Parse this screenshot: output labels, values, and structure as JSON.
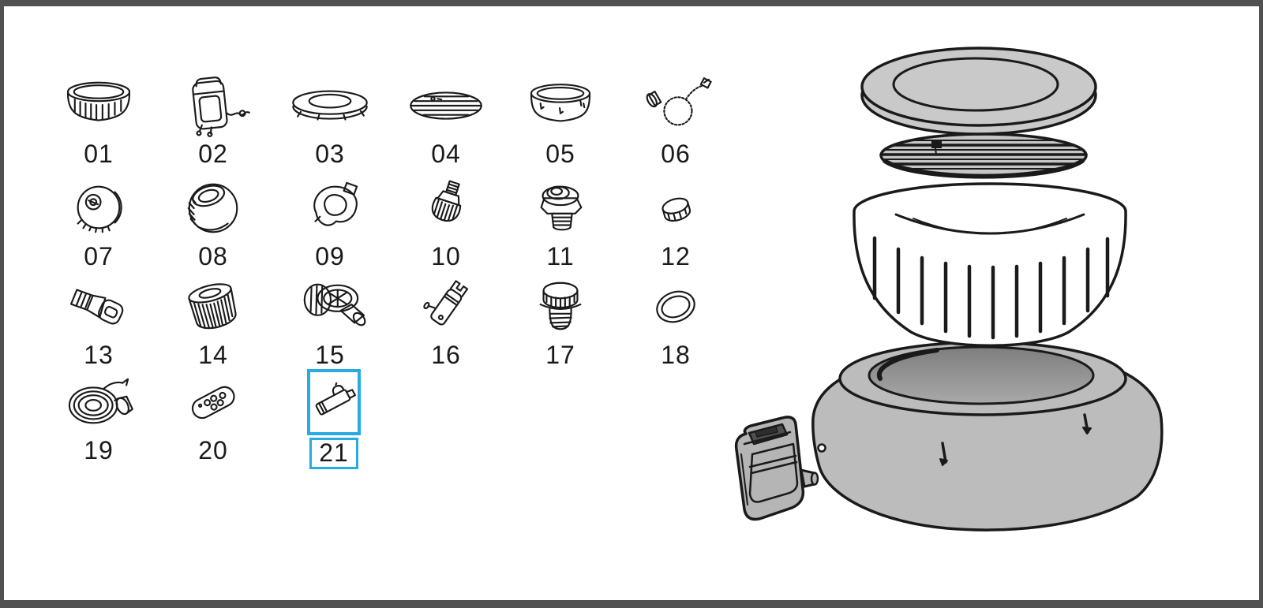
{
  "page": {
    "frame_color": "#515151",
    "canvas_color": "#ffffff",
    "line_color": "#1a1a1a",
    "highlight_color": "#29abe2"
  },
  "parts": [
    {
      "number": "01",
      "icon": "inflated-ring-icon",
      "highlighted": false
    },
    {
      "number": "02",
      "icon": "pump-unit-icon",
      "highlighted": false
    },
    {
      "number": "03",
      "icon": "cover-lid-icon",
      "highlighted": false
    },
    {
      "number": "04",
      "icon": "cover-bladder-icon",
      "highlighted": false
    },
    {
      "number": "05",
      "icon": "tub-wall-icon",
      "highlighted": false
    },
    {
      "number": "06",
      "icon": "coiled-hose-icon",
      "highlighted": false
    },
    {
      "number": "07",
      "icon": "valve-cap-icon",
      "highlighted": false
    },
    {
      "number": "08",
      "icon": "large-cap-icon",
      "highlighted": false
    },
    {
      "number": "09",
      "icon": "clamp-icon",
      "highlighted": false
    },
    {
      "number": "10",
      "icon": "air-valve-icon",
      "highlighted": false
    },
    {
      "number": "11",
      "icon": "jet-fitting-icon",
      "highlighted": false
    },
    {
      "number": "12",
      "icon": "ring-nut-icon",
      "highlighted": false
    },
    {
      "number": "13",
      "icon": "buckle-clip-icon",
      "highlighted": false
    },
    {
      "number": "14",
      "icon": "filter-cartridge-icon",
      "highlighted": false
    },
    {
      "number": "15",
      "icon": "strainer-valve-icon",
      "highlighted": false
    },
    {
      "number": "16",
      "icon": "wrench-tool-icon",
      "highlighted": false
    },
    {
      "number": "17",
      "icon": "threaded-adapter-icon",
      "highlighted": false
    },
    {
      "number": "18",
      "icon": "o-ring-icon",
      "highlighted": false
    },
    {
      "number": "19",
      "icon": "hose-coil-icon",
      "highlighted": false
    },
    {
      "number": "20",
      "icon": "remote-control-icon",
      "highlighted": false
    },
    {
      "number": "21",
      "icon": "inline-connector-icon",
      "highlighted": true
    }
  ],
  "diagram": {
    "layers": [
      "cover-lid",
      "cover-bladder",
      "inflated-cover-ring",
      "spa-tub",
      "pump-unit"
    ],
    "colors": {
      "lid": "#c9c9c9",
      "bladder": "#c6c6c6",
      "ring": "#ffffff",
      "tub": "#bcbcbc",
      "pump": "#b5b5b5"
    }
  }
}
